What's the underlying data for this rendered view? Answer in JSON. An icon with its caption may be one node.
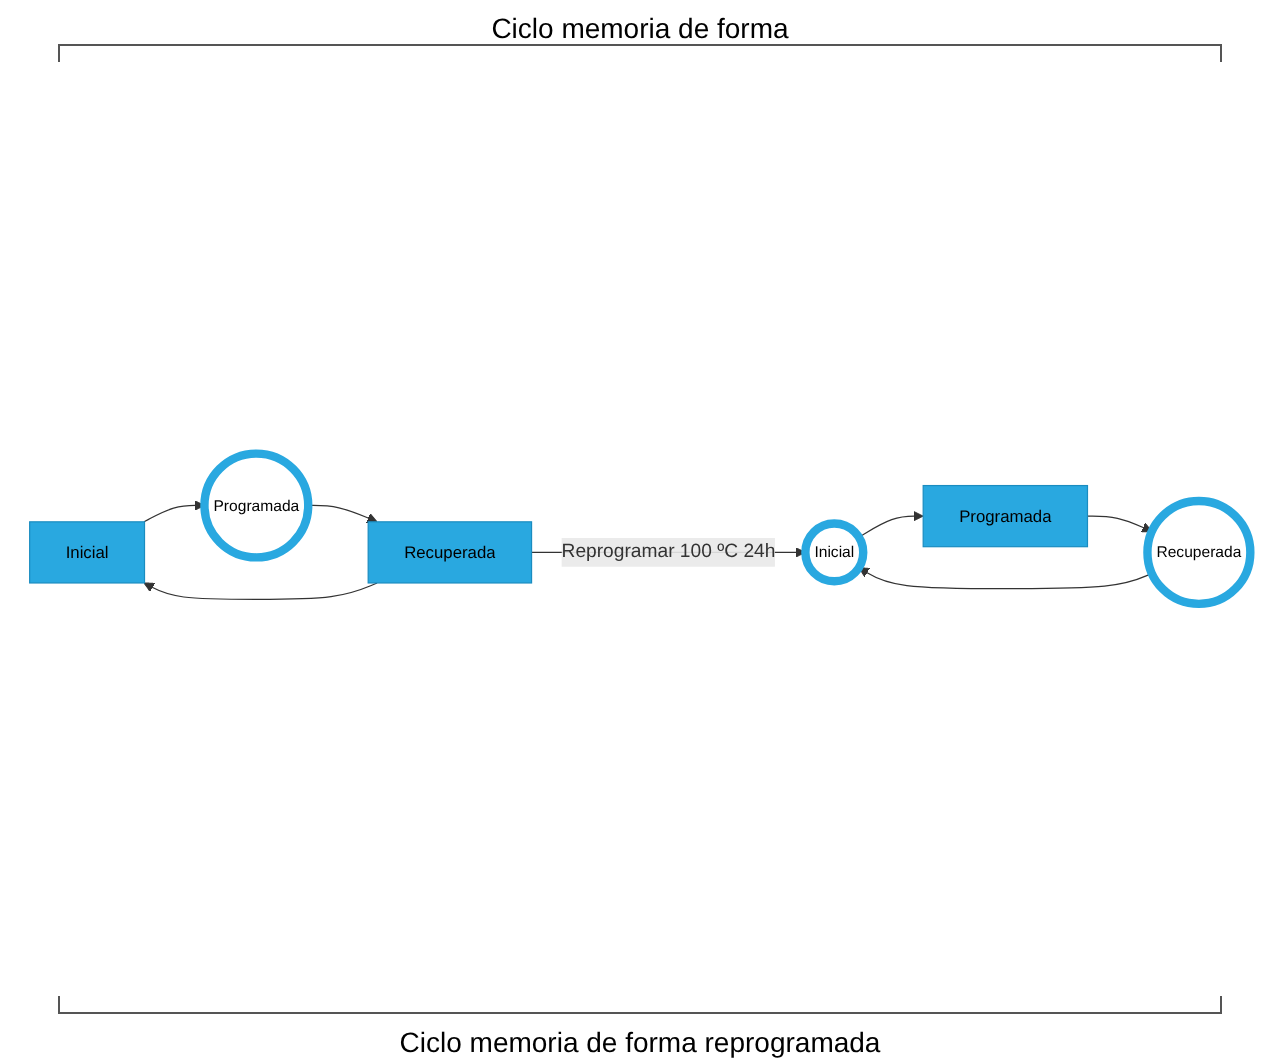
{
  "diagram": {
    "nodes": [
      {
        "text": [
          "Inicial"
        ]
      },
      {
        "text": [
          "Programada"
        ]
      },
      {
        "text": [
          "Recuperada"
        ]
      },
      {
        "text": [
          "Inicial"
        ]
      },
      {
        "text": [
          "Programada"
        ]
      },
      {
        "text": [
          "Recuperada"
        ]
      }
    ],
    "edges": [
      {
        "from": 0,
        "to": 1,
        "arrow": "to"
      },
      {
        "from": 1,
        "to": 2,
        "arrow": "to"
      },
      {
        "from": 2,
        "to": 0,
        "arrow": "to"
      },
      {
        "from": 2,
        "to": 3,
        "arrow": "to",
        "label": "Reprogramar 100 ºC 24h"
      },
      {
        "from": 3,
        "to": 4,
        "arrow": "to"
      },
      {
        "from": 4,
        "to": 5,
        "arrow": "to"
      },
      {
        "from": 5,
        "to": 3,
        "arrow": "to"
      }
    ],
    "labels": [
      "Ciclo memoria de forma",
      "Ciclo memoria de forma reprogramada"
    ]
  }
}
